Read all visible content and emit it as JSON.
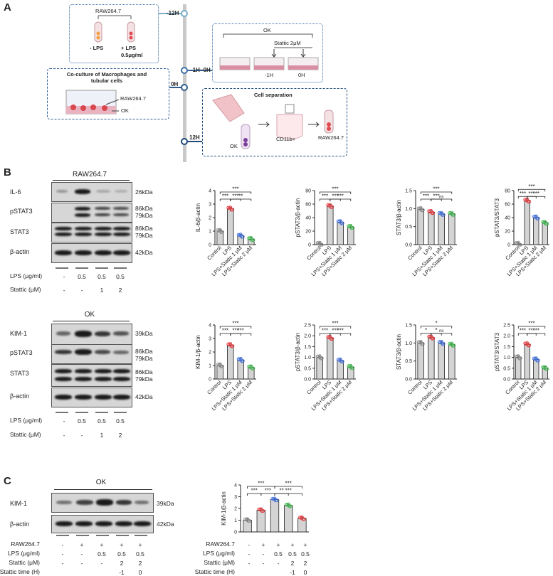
{
  "panels": {
    "a": "A",
    "b": "B",
    "c": "C"
  },
  "schematic": {
    "t_m12": "-12H",
    "t_m1_0": "-1H~0H",
    "t_0": "0H",
    "t_12": "12H",
    "raw": "RAW264.7",
    "minus_lps": "- LPS",
    "plus_lps": "+ LPS",
    "lps_conc": "0.5μg/ml",
    "ok": "OK",
    "stattic": "Stattic 2μM",
    "m1h": "-1H",
    "zeroh": "0H",
    "coculture_title": "Co-culture of Macrophages and tubular cells",
    "raw_label": "RAW264.7",
    "ok_label": "OK",
    "sep_title": "Cell separation",
    "sep_ok": "OK",
    "cd11b": "CD11b+",
    "sep_raw": "RAW264.7"
  },
  "blot_b1": {
    "title": "RAW264.7",
    "rows": [
      {
        "name": "IL-6",
        "kda": [
          "26kDa"
        ]
      },
      {
        "name": "pSTAT3",
        "kda": [
          "86kDa",
          "79kDa"
        ]
      },
      {
        "name": "STAT3",
        "kda": [
          "86kDa",
          "79kDa"
        ]
      },
      {
        "name": "β-actin",
        "kda": [
          "42kDa"
        ]
      }
    ],
    "lps_label": "LPS (μg/ml)",
    "lps_vals": [
      "-",
      "0.5",
      "0.5",
      "0.5"
    ],
    "st_label": "Stattic (μM)",
    "st_vals": [
      "-",
      "-",
      "1",
      "2"
    ]
  },
  "blot_b2": {
    "title": "OK",
    "rows": [
      {
        "name": "KIM-1",
        "kda": [
          "39kDa"
        ]
      },
      {
        "name": "pSTAT3",
        "kda": [
          "86kDa",
          "79kDa"
        ]
      },
      {
        "name": "STAT3",
        "kda": [
          "86kDa",
          "79kDa"
        ]
      },
      {
        "name": "β-actin",
        "kda": [
          "42kDa"
        ]
      }
    ],
    "lps_label": "LPS (μg/ml)",
    "lps_vals": [
      "-",
      "0.5",
      "0.5",
      "0.5"
    ],
    "st_label": "Stattic (μM)",
    "st_vals": [
      "-",
      "-",
      "1",
      "2"
    ]
  },
  "blot_c": {
    "title": "OK",
    "rows": [
      {
        "name": "KIM-1",
        "kda": [
          "39kDa"
        ]
      },
      {
        "name": "β-actin",
        "kda": [
          "42kDa"
        ]
      }
    ],
    "treat": [
      {
        "label": "RAW264.7",
        "vals": [
          "-",
          "+",
          "+",
          "+",
          "+"
        ]
      },
      {
        "label": "LPS (μg/ml)",
        "vals": [
          "-",
          "-",
          "0.5",
          "0.5",
          "0.5"
        ]
      },
      {
        "label": "Stattic (μM)",
        "vals": [
          "-",
          "-",
          "-",
          "2",
          "2"
        ]
      },
      {
        "label": "Stattic time (H)",
        "vals": [
          "",
          "",
          "",
          "-1",
          "0"
        ]
      }
    ]
  },
  "colors": {
    "control": "#888888",
    "lps": "#e8383d",
    "st1": "#3f6fe0",
    "st2": "#3bb84a",
    "bar": "#d4d4d4"
  },
  "chart_data": [
    {
      "type": "bar",
      "ylabel": "IL-6/β-actin",
      "ylim": [
        0,
        4
      ],
      "yticks": [
        "0",
        "1",
        "2",
        "3",
        "4"
      ],
      "categories": [
        "Control",
        "LPS",
        "LPS+Static 1 μM",
        "LPS+Static 2 μM"
      ],
      "values": [
        1.0,
        2.65,
        0.65,
        0.4
      ],
      "sig": [
        {
          "a": 0,
          "b": 1,
          "t": "***"
        },
        {
          "a": 1,
          "b": 2,
          "t": "***"
        },
        {
          "a": 1,
          "b": 3,
          "t": "**"
        },
        {
          "a": 0,
          "b": 3,
          "t": "***"
        }
      ]
    },
    {
      "type": "bar",
      "ylabel": "pSTAT3/β-actin",
      "ylim": [
        0,
        80
      ],
      "yticks": [
        "0",
        "20",
        "40",
        "60",
        "80"
      ],
      "categories": [
        "Control",
        "LPS",
        "LPS+Static 1 μM",
        "LPS+Static 2 μM"
      ],
      "values": [
        1,
        57,
        33,
        26
      ],
      "sig": [
        {
          "a": 0,
          "b": 1,
          "t": "***"
        },
        {
          "a": 1,
          "b": 2,
          "t": "***"
        },
        {
          "a": 1,
          "b": 3,
          "t": "***"
        },
        {
          "a": 0,
          "b": 3,
          "t": "***"
        }
      ]
    },
    {
      "type": "bar",
      "ylabel": "STAT3/β-actin",
      "ylim": [
        0,
        1.5
      ],
      "yticks": [
        "0.0",
        "0.5",
        "1.0",
        "1.5"
      ],
      "categories": [
        "Control",
        "LPS",
        "LPS+Static 1 μM",
        "LPS+Static 2 μM"
      ],
      "values": [
        0.98,
        0.9,
        0.85,
        0.85
      ],
      "sig": [
        {
          "a": 0,
          "b": 1,
          "t": "***"
        },
        {
          "a": 1,
          "b": 2,
          "t": "***"
        },
        {
          "a": 1,
          "b": 3,
          "t": "ns"
        },
        {
          "a": 0,
          "b": 3,
          "t": "***"
        }
      ]
    },
    {
      "type": "bar",
      "ylabel": "pSTAT3/STAT3",
      "ylim": [
        0,
        80
      ],
      "yticks": [
        "0",
        "20",
        "40",
        "60",
        "80"
      ],
      "categories": [
        "Control",
        "LPS",
        "LPS+Static 1 μM",
        "LPS+Static 2 μM"
      ],
      "values": [
        1,
        65,
        40,
        32
      ],
      "sig": [
        {
          "a": 0,
          "b": 1,
          "t": "***"
        },
        {
          "a": 1,
          "b": 2,
          "t": "***"
        },
        {
          "a": 1,
          "b": 3,
          "t": "***"
        },
        {
          "a": 0,
          "b": 3,
          "t": "***"
        }
      ]
    },
    {
      "type": "bar",
      "ylabel": "KIM-1/β-actin",
      "ylim": [
        0,
        4
      ],
      "yticks": [
        "0",
        "1",
        "2",
        "3",
        "4"
      ],
      "categories": [
        "Control",
        "LPS",
        "LPS+Static 1 μM",
        "LPS+Static 2 μM"
      ],
      "values": [
        1.0,
        2.5,
        1.4,
        0.85
      ],
      "sig": [
        {
          "a": 0,
          "b": 1,
          "t": "***"
        },
        {
          "a": 1,
          "b": 2,
          "t": "***"
        },
        {
          "a": 1,
          "b": 3,
          "t": "***"
        },
        {
          "a": 0,
          "b": 3,
          "t": "***"
        }
      ]
    },
    {
      "type": "bar",
      "ylabel": "pSTAT3/β-actin",
      "ylim": [
        0,
        2.5
      ],
      "yticks": [
        "0.0",
        "0.5",
        "1.0",
        "1.5",
        "2.0",
        "2.5"
      ],
      "categories": [
        "Control",
        "LPS",
        "LPS+Static 1 μM",
        "LPS+Static 2 μM"
      ],
      "values": [
        1.0,
        1.9,
        0.85,
        0.55
      ],
      "sig": [
        {
          "a": 0,
          "b": 1,
          "t": "***"
        },
        {
          "a": 1,
          "b": 2,
          "t": "***"
        },
        {
          "a": 1,
          "b": 3,
          "t": "***"
        },
        {
          "a": 0,
          "b": 3,
          "t": "***"
        }
      ]
    },
    {
      "type": "bar",
      "ylabel": "STAT3/β-actin",
      "ylim": [
        0,
        1.5
      ],
      "yticks": [
        "0.0",
        "0.5",
        "1.0",
        "1.5"
      ],
      "categories": [
        "Control",
        "LPS",
        "LPS+Static 1 μM",
        "LPS+Static 2 μM"
      ],
      "values": [
        1.0,
        1.15,
        1.0,
        0.95
      ],
      "sig": [
        {
          "a": 0,
          "b": 1,
          "t": "*"
        },
        {
          "a": 1,
          "b": 2,
          "t": "*"
        },
        {
          "a": 1,
          "b": 3,
          "t": "ns"
        },
        {
          "a": 0,
          "b": 3,
          "t": "*"
        }
      ]
    },
    {
      "type": "bar",
      "ylabel": "pSTAT3/STAT3",
      "ylim": [
        0,
        2.5
      ],
      "yticks": [
        "0.0",
        "0.5",
        "1.0",
        "1.5",
        "2.0",
        "2.5"
      ],
      "categories": [
        "Control",
        "LPS",
        "LPS+Static 1 μM",
        "LPS+Static 2 μM"
      ],
      "values": [
        1.0,
        1.6,
        0.9,
        0.5
      ],
      "sig": [
        {
          "a": 0,
          "b": 1,
          "t": "***"
        },
        {
          "a": 1,
          "b": 2,
          "t": "***"
        },
        {
          "a": 1,
          "b": 3,
          "t": "***"
        },
        {
          "a": 0,
          "b": 3,
          "t": "***"
        }
      ]
    },
    {
      "type": "bar",
      "ylabel": "KIM-1/β-actin",
      "ylim": [
        0,
        4
      ],
      "yticks": [
        "0",
        "1",
        "2",
        "3",
        "4"
      ],
      "categories": [
        "",
        "",
        "",
        "",
        ""
      ],
      "values": [
        1.0,
        1.85,
        2.75,
        2.25,
        1.15
      ],
      "sig": [
        {
          "a": 0,
          "b": 1,
          "t": "***"
        },
        {
          "a": 1,
          "b": 2,
          "t": "***"
        },
        {
          "a": 2,
          "b": 3,
          "t": "**"
        },
        {
          "a": 2,
          "b": 4,
          "t": "***"
        },
        {
          "a": 0,
          "b": 2,
          "t": "***"
        },
        {
          "a": 2,
          "b": 4,
          "t": "***"
        }
      ]
    }
  ]
}
